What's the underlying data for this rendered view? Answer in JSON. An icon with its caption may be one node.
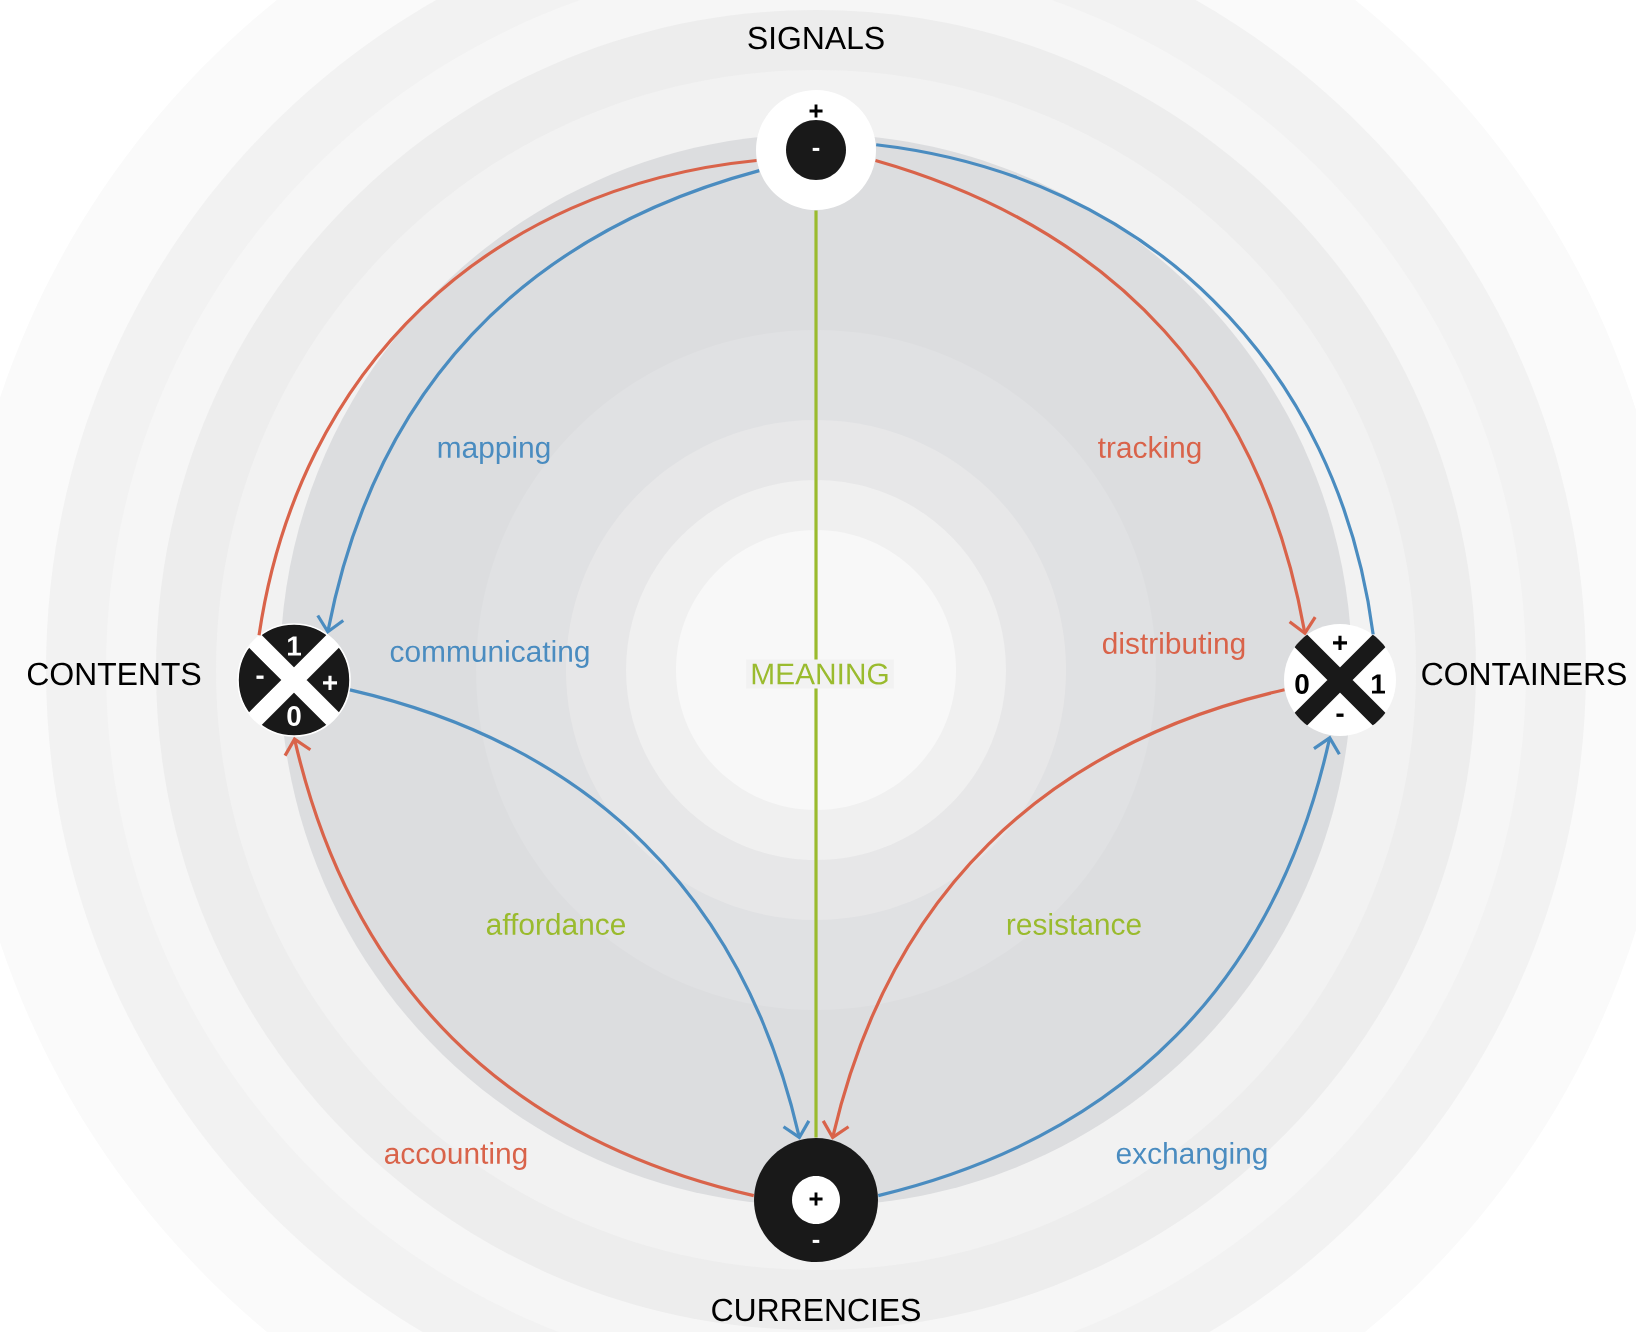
{
  "diagram": {
    "nodes": [
      {
        "text": [
          "SIGNALS",
          "+",
          "-"
        ]
      },
      {
        "text": [
          "CONTENTS",
          "1",
          "-",
          "+",
          "0"
        ]
      },
      {
        "text": [
          "+",
          "0",
          "CONTAINERS",
          "1",
          "-"
        ]
      },
      {
        "text": [
          "+",
          "-",
          "CURRENCIES"
        ]
      }
    ],
    "edges": [
      {
        "from": 0,
        "to": 1,
        "arrow": "to",
        "label": "mapping",
        "color": "#4a8cc0"
      },
      {
        "from": 1,
        "to": 0,
        "arrow": "none",
        "color": "#d9634a"
      },
      {
        "from": 0,
        "to": 2,
        "arrow": "to",
        "label": "tracking",
        "color": "#d9634a"
      },
      {
        "from": 2,
        "to": 0,
        "arrow": "none",
        "color": "#4a8cc0"
      },
      {
        "from": 1,
        "to": 3,
        "arrow": "to",
        "label": "communicating",
        "color": "#4a8cc0"
      },
      {
        "from": 2,
        "to": 3,
        "arrow": "to",
        "label": "distributing",
        "color": "#d9634a"
      },
      {
        "from": 3,
        "to": 1,
        "arrow": "to",
        "label": "accounting",
        "color": "#d9634a"
      },
      {
        "from": 3,
        "to": 2,
        "arrow": "to",
        "label": "exchanging",
        "color": "#4a8cc0"
      },
      {
        "from": 0,
        "to": 3,
        "arrow": "none",
        "label": "MEANING",
        "color": "#9abb2e"
      }
    ],
    "labels": [
      "affordance",
      "resistance"
    ]
  }
}
